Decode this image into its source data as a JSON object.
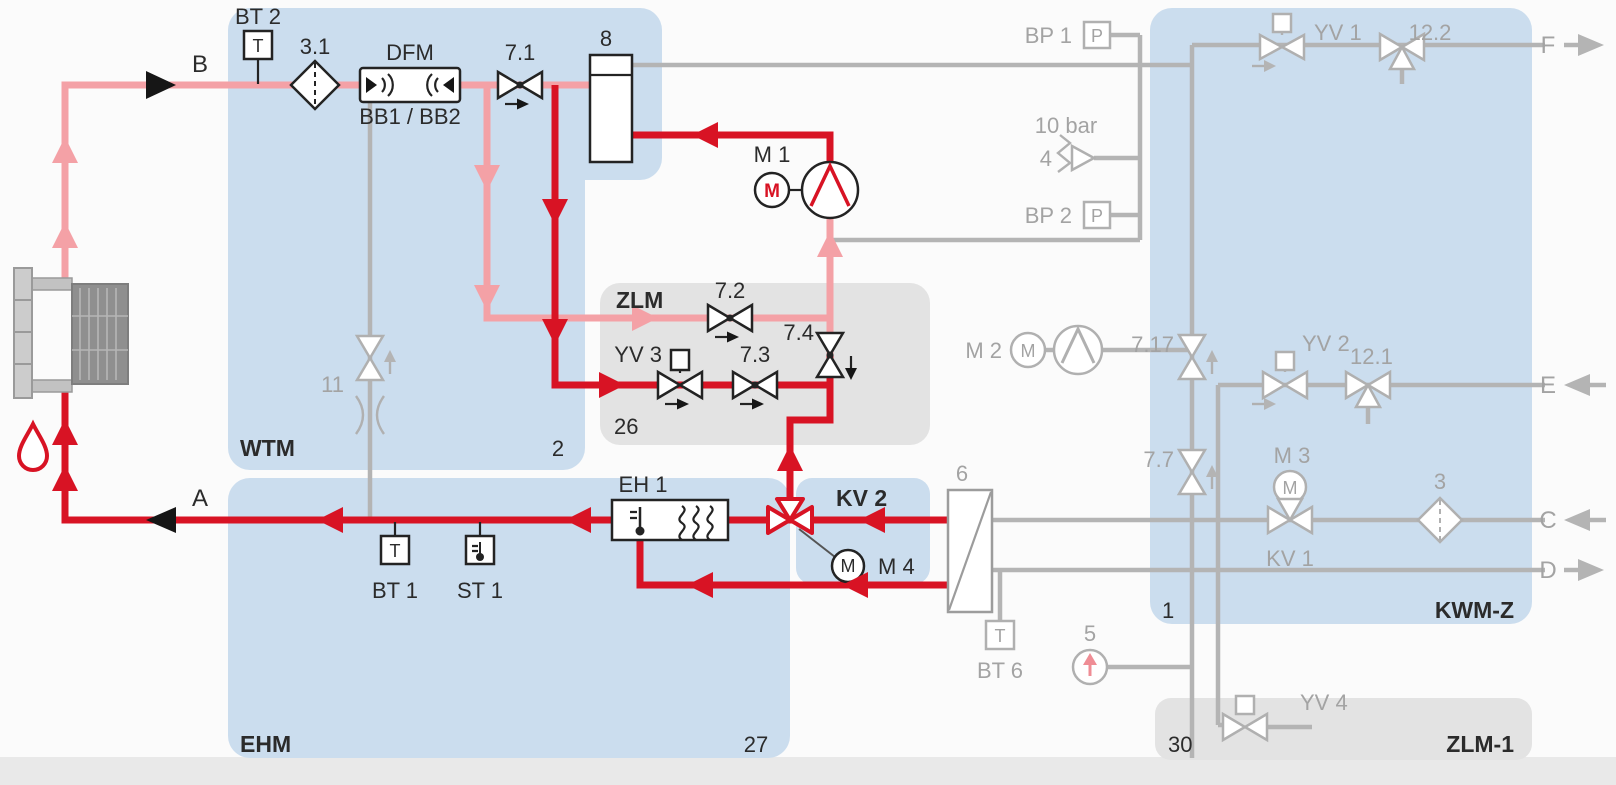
{
  "colors": {
    "active_flow": "#d81324",
    "active_flow_light": "#f4a1a6",
    "inactive": "#b4b4b4",
    "region_blue": "#cbddee",
    "region_gray": "#e3e3e3"
  },
  "ports": {
    "a": "A",
    "b": "B",
    "c": "C",
    "d": "D",
    "e": "E",
    "f": "F"
  },
  "regions": {
    "wtm": {
      "label": "WTM",
      "number": "2"
    },
    "zlm": {
      "label": "ZLM",
      "number": "26"
    },
    "ehm": {
      "label": "EHM",
      "number": "27"
    },
    "kv2": {
      "label": "KV 2"
    },
    "kwmz": {
      "label": "KWM-Z",
      "number": "1"
    },
    "zlm1": {
      "label": "ZLM-1",
      "number": "30"
    }
  },
  "instruments": {
    "bt2": {
      "label": "BT 2",
      "letter": "T"
    },
    "bt1": {
      "label": "BT 1",
      "letter": "T"
    },
    "bt6": {
      "label": "BT 6",
      "letter": "T"
    },
    "st1": {
      "label": "ST 1"
    },
    "bp1": {
      "label": "BP 1",
      "letter": "P"
    },
    "bp2": {
      "label": "BP 2",
      "letter": "P"
    }
  },
  "equipment": {
    "filter31": {
      "label": "3.1"
    },
    "dfm": {
      "label": "DFM",
      "sublabel": "BB1 / BB2"
    },
    "valve71": {
      "label": "7.1"
    },
    "vessel8": {
      "label": "8"
    },
    "pump_m1": {
      "label": "M 1",
      "letter": "M"
    },
    "valve72": {
      "label": "7.2"
    },
    "yv3": {
      "label": "YV 3"
    },
    "valve73": {
      "label": "7.3"
    },
    "valve74": {
      "label": "7.4"
    },
    "valve11": {
      "label": "11"
    },
    "heater_eh1": {
      "label": "EH 1"
    },
    "motor_m4": {
      "label": "M 4",
      "letter": "M"
    },
    "hx6": {
      "label": "6"
    },
    "pump5": {
      "label": "5"
    },
    "relief4": {
      "label": "4",
      "pressure": "10 bar"
    },
    "pump_m2": {
      "label": "M 2",
      "letter": "M"
    },
    "valve717": {
      "label": "7.17"
    },
    "valve77": {
      "label": "7.7"
    },
    "yv1": {
      "label": "YV 1"
    },
    "valve122": {
      "label": "12.2"
    },
    "yv2": {
      "label": "YV 2"
    },
    "valve121": {
      "label": "12.1"
    },
    "motor_m3": {
      "label": "M 3",
      "letter": "M"
    },
    "kv1": {
      "label": "KV 1"
    },
    "filter3": {
      "label": "3"
    },
    "yv4": {
      "label": "YV 4"
    }
  }
}
